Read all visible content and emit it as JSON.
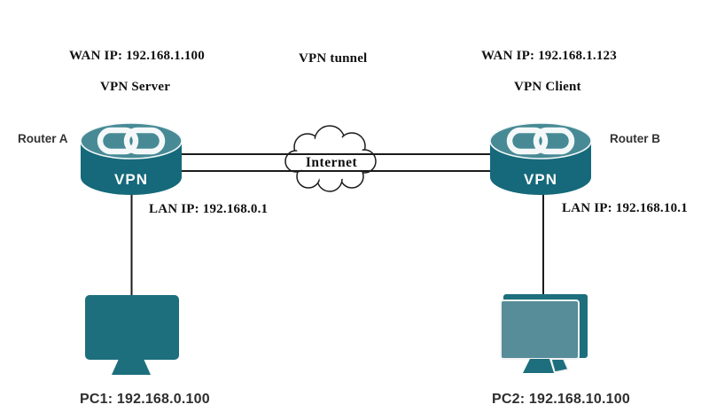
{
  "diagram": {
    "title_hint": "Site-to-site VPN network diagram",
    "center": {
      "tunnel_label": "VPN tunnel",
      "cloud_label": "Internet"
    },
    "left": {
      "wan_ip": "WAN IP: 192.168.1.100",
      "role": "VPN Server",
      "router_name": "Router A",
      "router_badge": "VPN",
      "lan_ip": "LAN IP: 192.168.0.1",
      "pc_label": "PC1: 192.168.0.100"
    },
    "right": {
      "wan_ip": "WAN IP: 192.168.1.123",
      "role": "VPN Client",
      "router_name": "Router B",
      "router_badge": "VPN",
      "lan_ip": "LAN IP: 192.168.10.1",
      "pc_label": "PC2: 192.168.10.100"
    },
    "colors": {
      "router_top": "#478A95",
      "router_body": "#15697A",
      "pc_dark": "#1D6F7D",
      "pc_front": "#578C99",
      "line": "#1B1B1B"
    }
  }
}
